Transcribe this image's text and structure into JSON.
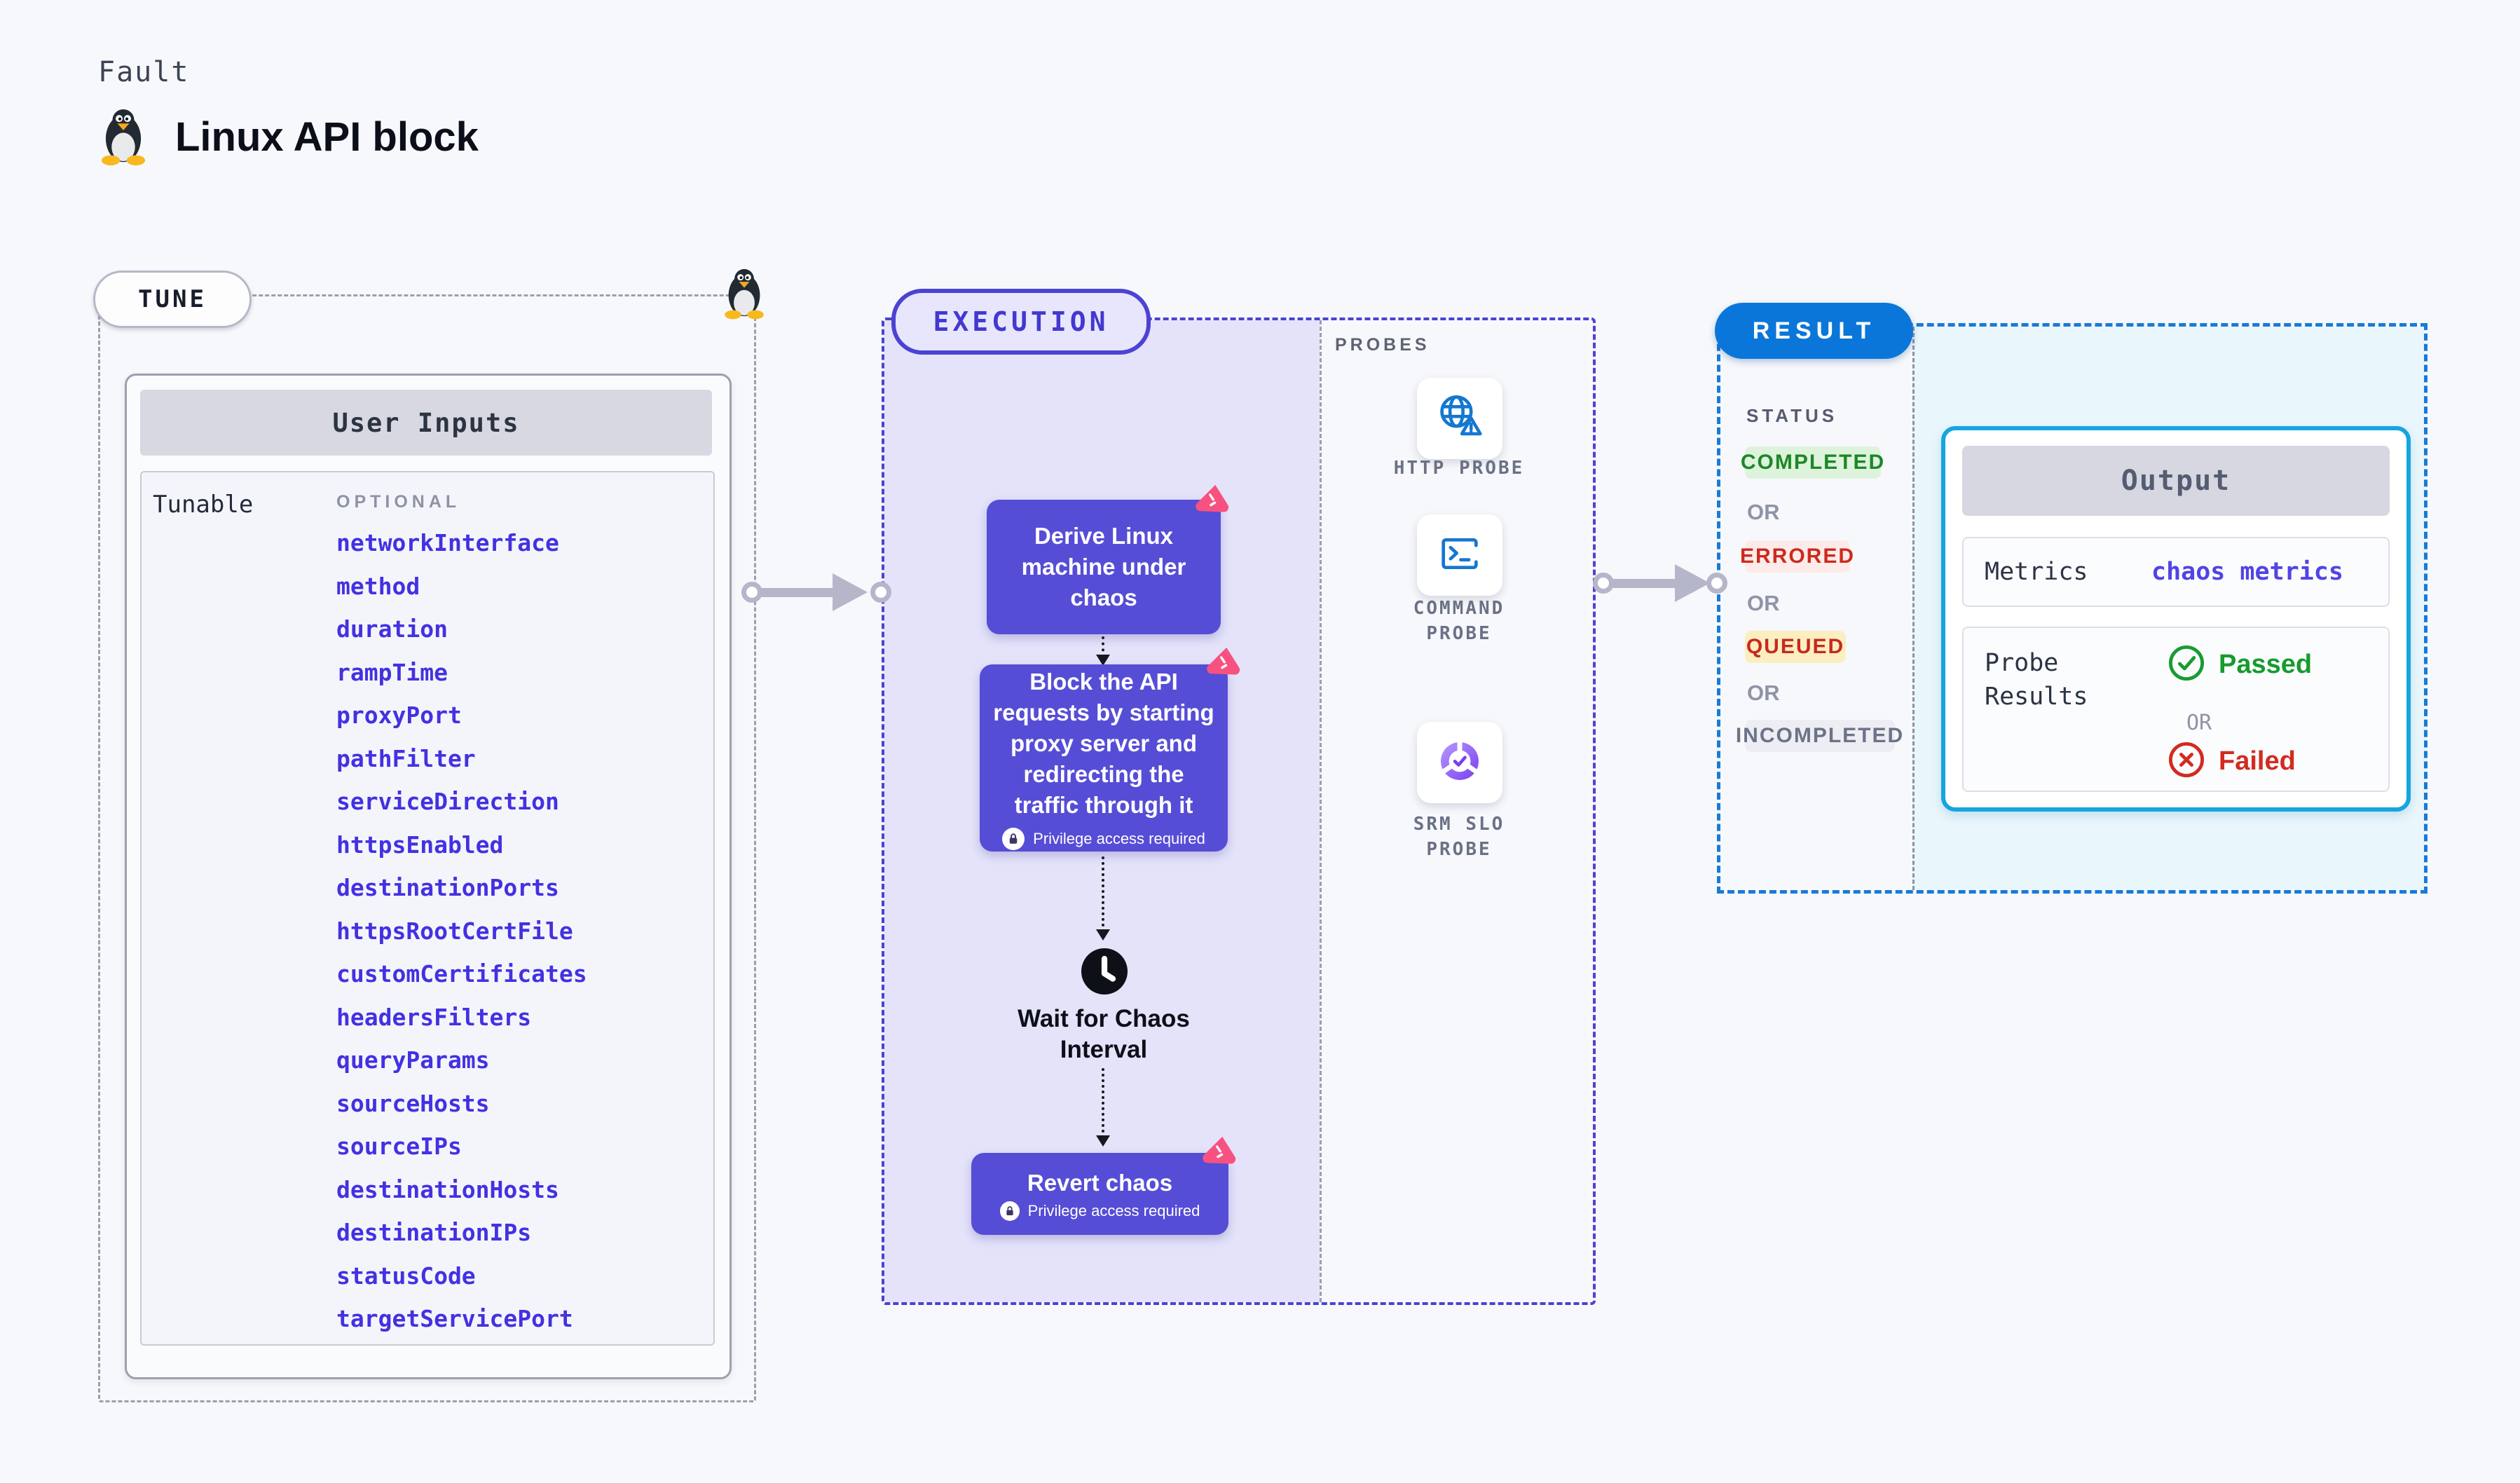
{
  "page": {
    "eyebrow": "Fault",
    "title": "Linux API block"
  },
  "colors": {
    "page_bg": "#f7f8fb",
    "node_purple": "#564dd6",
    "execution_accent": "#4b43d2",
    "execution_fill": "#e4e3fa",
    "result_blue": "#0b76d9",
    "result_dash": "#177bd9",
    "output_border": "#16a5de",
    "output_fill": "#e9f6fc",
    "param_indigo": "#4331e2",
    "arrow_gray": "#b6b6ca",
    "probe_icon_blue": "#1477d0",
    "chaos_pink": "#f7527f",
    "passed_green": "#169b2e",
    "failed_red": "#d32b20"
  },
  "tune": {
    "badge": "TUNE",
    "card_header": "User Inputs",
    "row_label": "Tunable",
    "column_label": "OPTIONAL",
    "params": [
      "networkInterface",
      "method",
      "duration",
      "rampTime",
      "proxyPort",
      "pathFilter",
      "serviceDirection",
      "httpsEnabled",
      "destinationPorts",
      "httpsRootCertFile",
      "customCertificates",
      "headersFilters",
      "queryParams",
      "sourceHosts",
      "sourceIPs",
      "destinationHosts",
      "destinationIPs",
      "statusCode",
      "targetServicePort"
    ]
  },
  "execution": {
    "badge": "EXECUTION",
    "nodes": [
      {
        "label": "Derive Linux machine under chaos",
        "privilege": false
      },
      {
        "label": "Block the API requests by starting proxy server and redirecting the traffic through it",
        "privilege": true
      },
      {
        "label": "Revert chaos",
        "privilege": true
      }
    ],
    "wait_label": "Wait for Chaos Interval",
    "privilege_note": "Privilege access required"
  },
  "probes": {
    "section_label": "PROBES",
    "items": [
      {
        "label": "HTTP PROBE",
        "icon": "globe-alert-icon"
      },
      {
        "label": "COMMAND PROBE",
        "icon": "terminal-icon"
      },
      {
        "label": "SRM SLO PROBE",
        "icon": "slo-donut-icon"
      }
    ]
  },
  "result": {
    "badge": "RESULT",
    "status_label": "STATUS",
    "or_label": "OR",
    "statuses": [
      {
        "label": "COMPLETED",
        "bg": "#ddf3dc",
        "fg": "#1c8728"
      },
      {
        "label": "ERRORED",
        "bg": "#fcebe9",
        "fg": "#cc2a1e"
      },
      {
        "label": "QUEUED",
        "bg": "#fbefc2",
        "fg": "#c8291c"
      },
      {
        "label": "INCOMPLETED",
        "bg": "#eceef4",
        "fg": "#6d7288"
      }
    ],
    "output": {
      "header": "Output",
      "metrics_label": "Metrics",
      "metrics_value": "chaos metrics",
      "probe_results_label": "Probe Results",
      "passed_label": "Passed",
      "or_label": "OR",
      "failed_label": "Failed"
    }
  }
}
